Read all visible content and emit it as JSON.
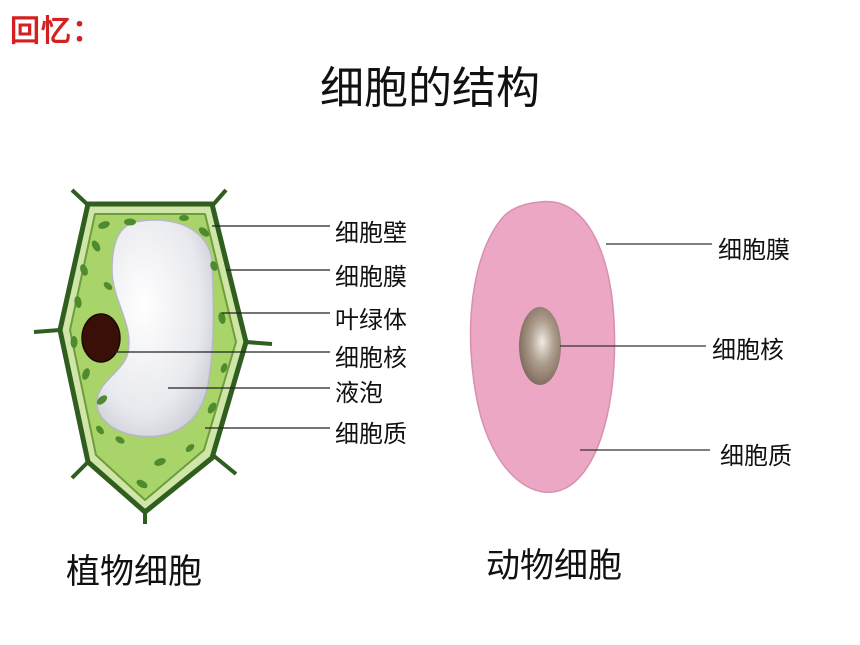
{
  "header": {
    "recall": "回忆：",
    "title": "细胞的结构"
  },
  "plant_cell": {
    "caption": "植物细胞",
    "labels": [
      "细胞壁",
      "细胞膜",
      "叶绿体",
      "细胞核",
      "液泡",
      "细胞质"
    ],
    "colors": {
      "wall": "#2f5e1e",
      "cytoplasm": "#a9d46a",
      "chloroplast": "#4e8a2e",
      "vacuole": "#e6e7ec",
      "nucleus": "#3a0f08"
    }
  },
  "animal_cell": {
    "caption": "动物细胞",
    "labels": [
      "细胞膜",
      "细胞核",
      "细胞质"
    ],
    "colors": {
      "cytoplasm": "#eba7c4",
      "nucleus": "#9a8878"
    }
  }
}
